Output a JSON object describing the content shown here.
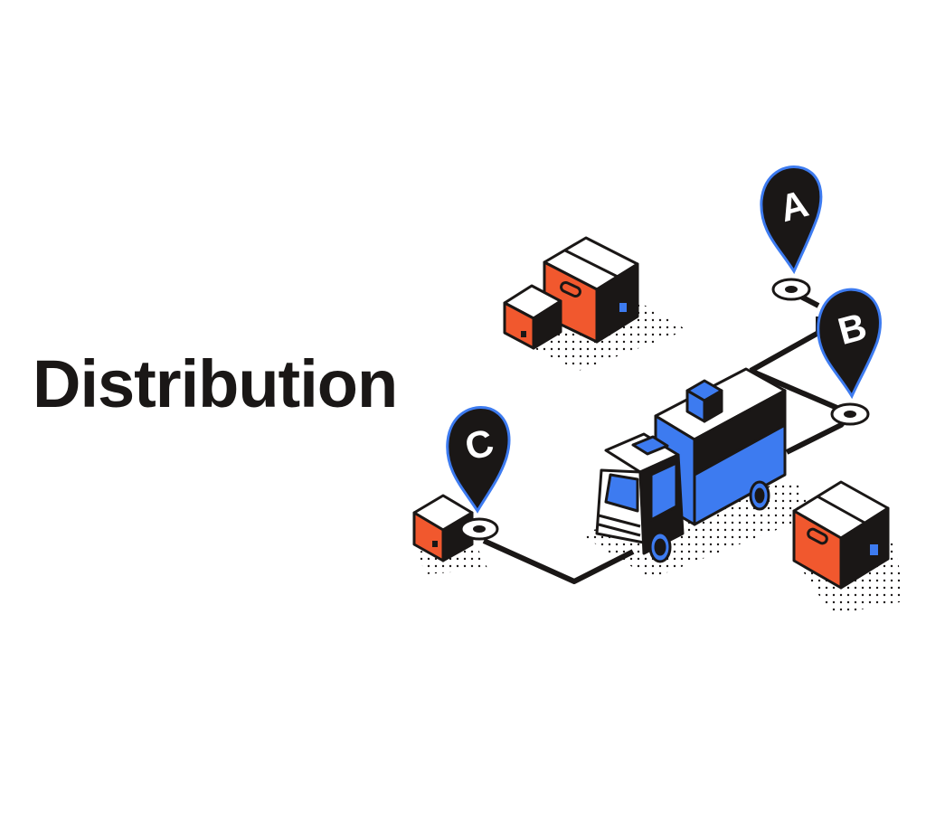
{
  "title": "Distribution",
  "pins": {
    "a": "A",
    "b": "B",
    "c": "C"
  },
  "colors": {
    "text": "#1a1716",
    "orange": "#f1582e",
    "blue": "#3d7bf0",
    "outline": "#1a1716",
    "white": "#ffffff"
  },
  "icons": [
    "map-pin-icon",
    "box-icon",
    "truck-icon",
    "route-line-icon"
  ]
}
